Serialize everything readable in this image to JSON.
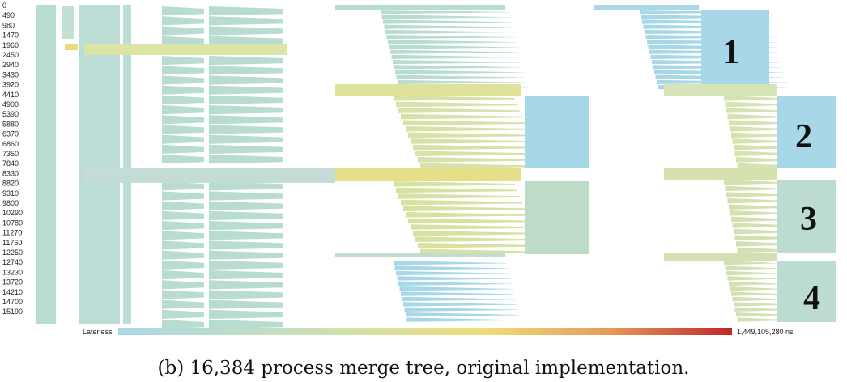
{
  "chart_data": {
    "type": "heatmap",
    "title": "",
    "row_tick_labels": [
      "0",
      "490",
      "980",
      "1470",
      "1960",
      "2450",
      "2940",
      "3430",
      "3920",
      "4410",
      "4900",
      "5390",
      "5880",
      "6370",
      "6860",
      "7350",
      "7840",
      "8330",
      "8820",
      "9310",
      "9800",
      "10290",
      "10780",
      "11270",
      "11760",
      "12250",
      "12740",
      "13230",
      "13720",
      "14210",
      "14700",
      "15190"
    ],
    "region_labels": [
      "1",
      "2",
      "3",
      "4"
    ],
    "color_legend": {
      "label": "Lateness",
      "max_value_label": "1,449,105,280 ns",
      "colors": [
        "#a8d8e8",
        "#cfe0b0",
        "#eedc7a",
        "#e69a5a",
        "#c0262a"
      ]
    }
  },
  "caption": "(b) 16,384 process merge tree, original implementation."
}
